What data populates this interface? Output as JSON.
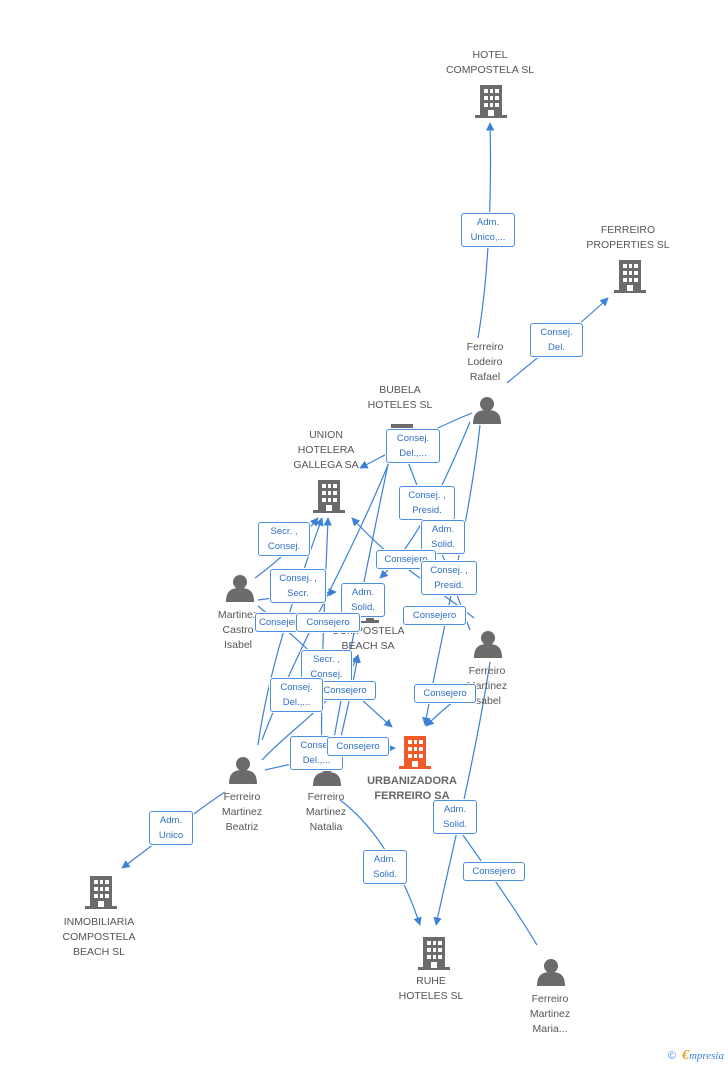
{
  "nodes": {
    "hotel_compostela": {
      "label": "HOTEL\nCOMPOSTELA SL",
      "icon": "building-icon"
    },
    "ferreiro_properties": {
      "label": "FERREIRO\nPROPERTIES SL",
      "icon": "building-icon"
    },
    "ferreiro_lodeiro_rafael": {
      "label": "Ferreiro\nLodeiro\nRafael",
      "icon": "person-icon"
    },
    "bubela_hoteles": {
      "label": "BUBELA\nHOTELES  SL",
      "icon": "building-icon"
    },
    "union_hotelera": {
      "label": "UNION\nHOTELERA\nGALLEGA SA",
      "icon": "building-icon"
    },
    "martinez_castro_isabel": {
      "label": "Martinez\nCastro\nIsabel",
      "icon": "person-icon"
    },
    "compostela_beach": {
      "label": "COMPOSTELA\nBEACH SA",
      "icon": "building-icon"
    },
    "ferreiro_martinez_isabel": {
      "label": "Ferreiro\nMartinez\nIsabel",
      "icon": "person-icon"
    },
    "urbanizadora": {
      "label": "URBANIZADORA\nFERREIRO SA",
      "icon": "building-icon",
      "color": "#f05a28"
    },
    "ferreiro_martinez_beatriz": {
      "label": "Ferreiro\nMartinez\nBeatriz",
      "icon": "person-icon"
    },
    "ferreiro_martinez_natalia": {
      "label": "Ferreiro\nMartinez\nNatalia",
      "icon": "person-icon"
    },
    "inmobiliaria": {
      "label": "INMOBILIARIA\nCOMPOSTELA\nBEACH SL",
      "icon": "building-icon"
    },
    "ruhe_hoteles": {
      "label": "RUHE\nHOTELES SL",
      "icon": "building-icon"
    },
    "ferreiro_martinez_maria": {
      "label": "Ferreiro\nMartinez\nMaria...",
      "icon": "person-icon"
    }
  },
  "edge_labels": [
    "Adm.\nUnico,...",
    "Consej.\nDel.",
    "Consej.\nDel.,...",
    "Consej. ,\nPresid.",
    "Adm.\nSolid.",
    "Consejero",
    "Consej. ,\nPresid.",
    "Consejero",
    "Secr. ,\nConsej.",
    "Consej. ,\nSecr.",
    "Adm.\nSolid.",
    "Consejero",
    "Consejero",
    "Secr. ,\nConsej.",
    "Consejero",
    "Consej.\nDel.,...",
    "Consejero",
    "Consej.\nDel.,...",
    "Consejero",
    "Adm.\nUnico",
    "Adm.\nSolid.",
    "Adm.\nSolid.",
    "Consejero"
  ],
  "colors": {
    "edge": "#3b82d6",
    "icon": "#6b6b6b",
    "highlight": "#f05a28"
  },
  "footer": {
    "copyright": "©",
    "brand_first": "€",
    "brand_rest": "mpresia"
  }
}
